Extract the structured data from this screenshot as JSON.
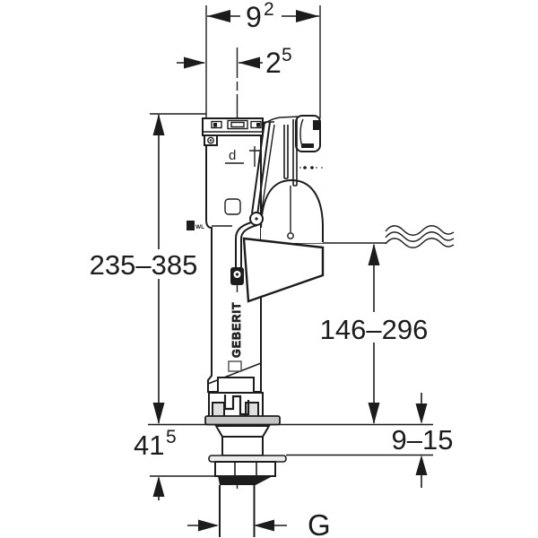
{
  "drawing": {
    "type": "technical-dimension-drawing",
    "subject": "concealed fill valve, side view",
    "colors": {
      "background": "#ffffff",
      "line": "#1c1c1c",
      "flange_gray": "#c4c4c4",
      "washer_gray": "#ececec"
    },
    "dimensions": {
      "width_total": {
        "value": "9",
        "sup": "2"
      },
      "width_offset": {
        "value": "2",
        "sup": "5"
      },
      "height_range": "235–385",
      "water_level_range": "146–296",
      "panel_thickness_range": "9–15",
      "shank_length": {
        "value": "41",
        "sup": "5"
      },
      "thread_label": "G"
    },
    "part_labels": {
      "diameter": "d",
      "water_line": "WL",
      "brand": "GEBERIT"
    }
  }
}
